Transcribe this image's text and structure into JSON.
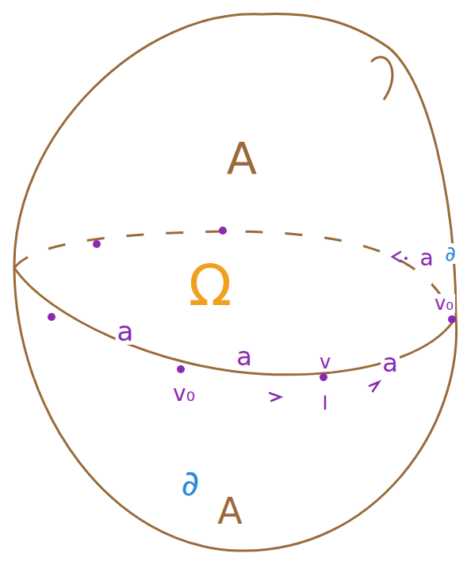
{
  "diagram": {
    "labels": [
      "A",
      "Ω",
      "a",
      "a",
      "a",
      "a",
      "v₀",
      "v",
      "v₀",
      "∂",
      "∂",
      "A"
    ]
  }
}
